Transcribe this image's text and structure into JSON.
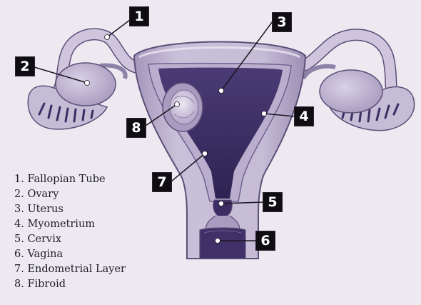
{
  "diagram": {
    "callouts": [
      {
        "id": 1,
        "number": "1",
        "name": "callout-1"
      },
      {
        "id": 2,
        "number": "2",
        "name": "callout-2"
      },
      {
        "id": 3,
        "number": "3",
        "name": "callout-3"
      },
      {
        "id": 4,
        "number": "4",
        "name": "callout-4"
      },
      {
        "id": 5,
        "number": "5",
        "name": "callout-5"
      },
      {
        "id": 6,
        "number": "6",
        "name": "callout-6"
      },
      {
        "id": 7,
        "number": "7",
        "name": "callout-7"
      },
      {
        "id": 8,
        "number": "8",
        "name": "callout-8"
      }
    ],
    "legend": [
      "1. Fallopian Tube",
      "2. Ovary",
      "3. Uterus",
      "4. Myometrium",
      "5. Cervix",
      "6. Vagina",
      "7. Endometrial Layer",
      "8. Fibroid"
    ],
    "colors": {
      "background": "#ece9f1",
      "tissue_light": "#cfc6de",
      "tissue_mid": "#a89bbf",
      "tissue_outline": "#5c4f78",
      "cavity_dark": "#3b2d63",
      "callout_box": "#0f0d12"
    }
  }
}
